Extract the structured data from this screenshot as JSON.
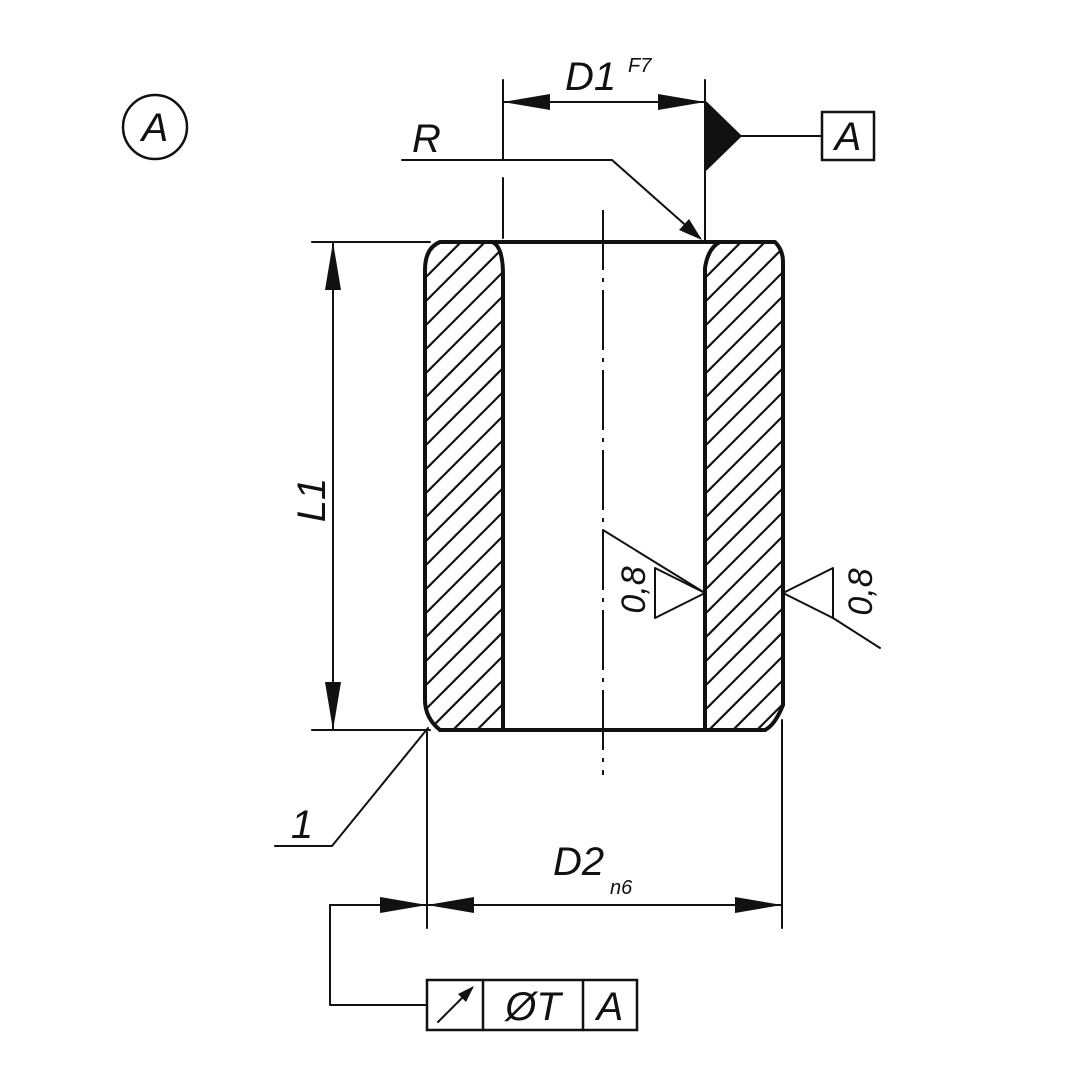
{
  "view_label": "A",
  "dimensions": {
    "d1": "D1",
    "d1_tol": "F7",
    "d2": "D2",
    "d2_tol": "n6",
    "l1": "L1",
    "radius": "R",
    "item_no": "1"
  },
  "datum": {
    "label": "A"
  },
  "roughness": {
    "inner": "0,8",
    "outer": "0,8"
  },
  "tolerance_frame": {
    "symbol": "circular-runout-icon",
    "value": "ØT",
    "datum": "A"
  },
  "colors": {
    "line": "#111111",
    "background": "#ffffff"
  }
}
